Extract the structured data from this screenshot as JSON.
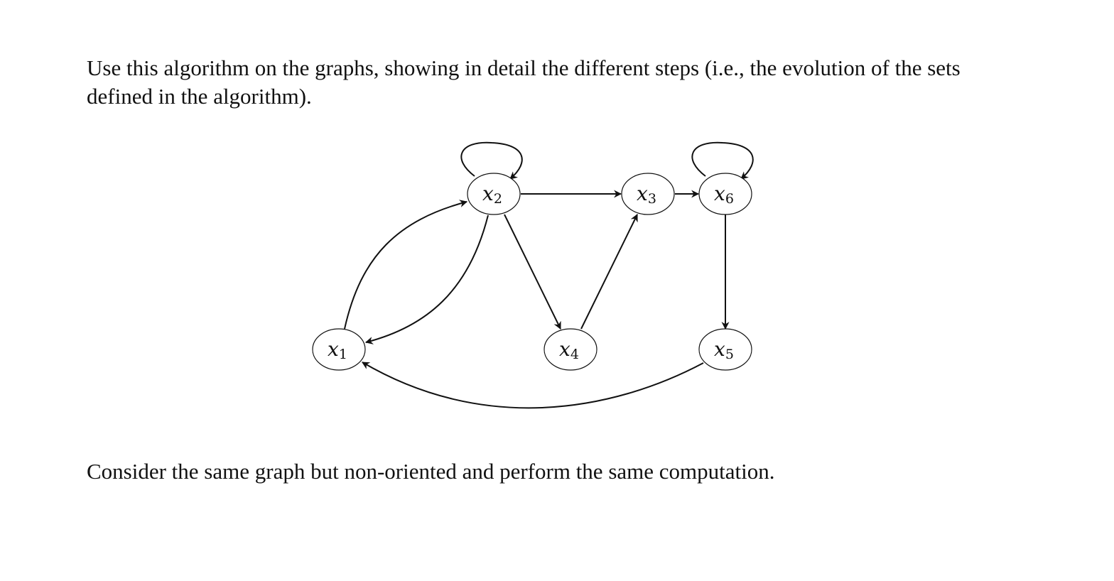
{
  "text": {
    "intro": "Use this algorithm on the graphs, showing in detail the different steps (i.e., the evolution of the sets defined in the algorithm).",
    "followup": "Consider the same graph but non-oriented and perform the same computation."
  },
  "graph": {
    "directed": true,
    "nodes": [
      {
        "id": "x1",
        "base": "x",
        "sub": "1"
      },
      {
        "id": "x2",
        "base": "x",
        "sub": "2"
      },
      {
        "id": "x3",
        "base": "x",
        "sub": "3"
      },
      {
        "id": "x4",
        "base": "x",
        "sub": "4"
      },
      {
        "id": "x5",
        "base": "x",
        "sub": "5"
      },
      {
        "id": "x6",
        "base": "x",
        "sub": "6"
      }
    ],
    "edges": [
      {
        "from": "x2",
        "to": "x2"
      },
      {
        "from": "x6",
        "to": "x6"
      },
      {
        "from": "x2",
        "to": "x3"
      },
      {
        "from": "x3",
        "to": "x6"
      },
      {
        "from": "x1",
        "to": "x2"
      },
      {
        "from": "x2",
        "to": "x1"
      },
      {
        "from": "x2",
        "to": "x4"
      },
      {
        "from": "x4",
        "to": "x3"
      },
      {
        "from": "x6",
        "to": "x5"
      },
      {
        "from": "x5",
        "to": "x1"
      }
    ]
  }
}
